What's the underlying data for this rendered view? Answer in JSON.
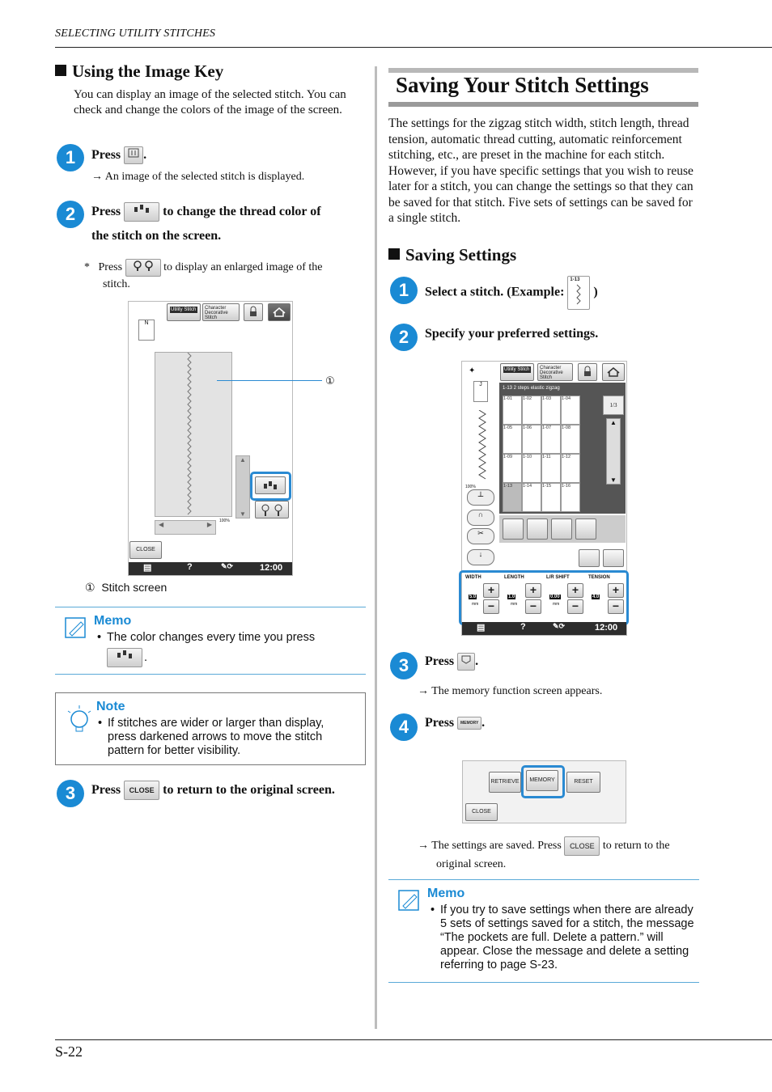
{
  "header": {
    "running_title": "SELECTING UTILITY STITCHES",
    "page_number": "S-22"
  },
  "left": {
    "section_title": "Using the Image Key",
    "intro": "You can display an image of the selected stitch. You can check and change the colors of the image of the screen.",
    "step1": {
      "num": "1",
      "text": "Press",
      "after": ".",
      "result": "An image of the selected stitch is displayed."
    },
    "step2": {
      "num": "2",
      "pre": "Press",
      "post": "to change the thread color of",
      "line2": "the stitch on the screen.",
      "note_star": "*",
      "note_pre": "Press",
      "note_post": "to display an enlarged image of the",
      "note_line2": "stitch."
    },
    "screen1": {
      "tab_utility": "Utility Stitch",
      "tab_char": "Character Decorative Stitch",
      "percent": "100%",
      "close": "CLOSE",
      "time": "12:00",
      "callout": "①",
      "caption_num": "①",
      "caption": "Stitch screen",
      "presser": "N"
    },
    "memo": {
      "title": "Memo",
      "bullet": "•",
      "text": "The color changes every time you press",
      "after": "."
    },
    "note": {
      "title": "Note",
      "bullet": "•",
      "text": "If stitches are wider or larger than display, press darkened arrows to move the stitch pattern for better visibility."
    },
    "step3": {
      "num": "3",
      "pre": "Press",
      "btn": "CLOSE",
      "post": "to return to the original screen."
    }
  },
  "right": {
    "big_title": "Saving Your Stitch Settings",
    "intro": "The settings for the zigzag stitch width, stitch length, thread tension, automatic thread cutting, automatic reinforcement stitching, etc., are preset in the machine for each stitch. However, if you have specific settings that you wish to reuse later for a stitch, you can change the settings so that they can be saved for that stitch. Five sets of settings can be saved for a single stitch.",
    "section_title": "Saving Settings",
    "step1": {
      "num": "1",
      "text": "Select a stitch. (Example:",
      "after": ")",
      "example_label": "1-13"
    },
    "step2": {
      "num": "2",
      "text": "Specify your preferred settings."
    },
    "screen2": {
      "tab_utility": "Utility Stitch",
      "tab_char": "Character Decorative Stitch",
      "stitch_header": "1-13  2 steps elastic zigzag",
      "cells": [
        "1-01",
        "1-02",
        "1-03",
        "1-04",
        "1-05",
        "1-06",
        "1-07",
        "1-08",
        "1-09",
        "1-10",
        "1-11",
        "1-12",
        "1-13",
        "1-14",
        "1-15",
        "1-16"
      ],
      "page": "1/3",
      "percent": "100%",
      "presser": "J",
      "labels": {
        "width": "WIDTH",
        "length": "LENGTH",
        "lr_shift": "L/R SHIFT",
        "tension": "TENSION"
      },
      "values": {
        "width": "5.0",
        "length": "1.0",
        "lr_shift": "0.00",
        "tension": "4.0",
        "unit": "mm"
      },
      "time": "12:00"
    },
    "step3": {
      "num": "3",
      "text": "Press",
      "after": ".",
      "result": "The memory function screen appears."
    },
    "step4": {
      "num": "4",
      "text": "Press",
      "btn": "MEMORY",
      "after": "."
    },
    "screen3": {
      "retrieve": "RETRIEVE",
      "memory": "MEMORY",
      "reset": "RESET",
      "close": "CLOSE"
    },
    "result4": {
      "pre": "The settings are saved. Press",
      "btn": "CLOSE",
      "post": "to return to the",
      "line2": "original screen."
    },
    "memo": {
      "title": "Memo",
      "bullet": "•",
      "text": "If you try to save settings when there are already 5 sets of settings saved for a stitch, the message “The pockets are full. Delete a pattern.” will appear. Close the message and delete a setting referring to page S-23."
    }
  },
  "colors": {
    "accent_blue": "#1a8ad4",
    "memo_line": "#5aa9d8",
    "status_bar": "#2d2d2d"
  }
}
